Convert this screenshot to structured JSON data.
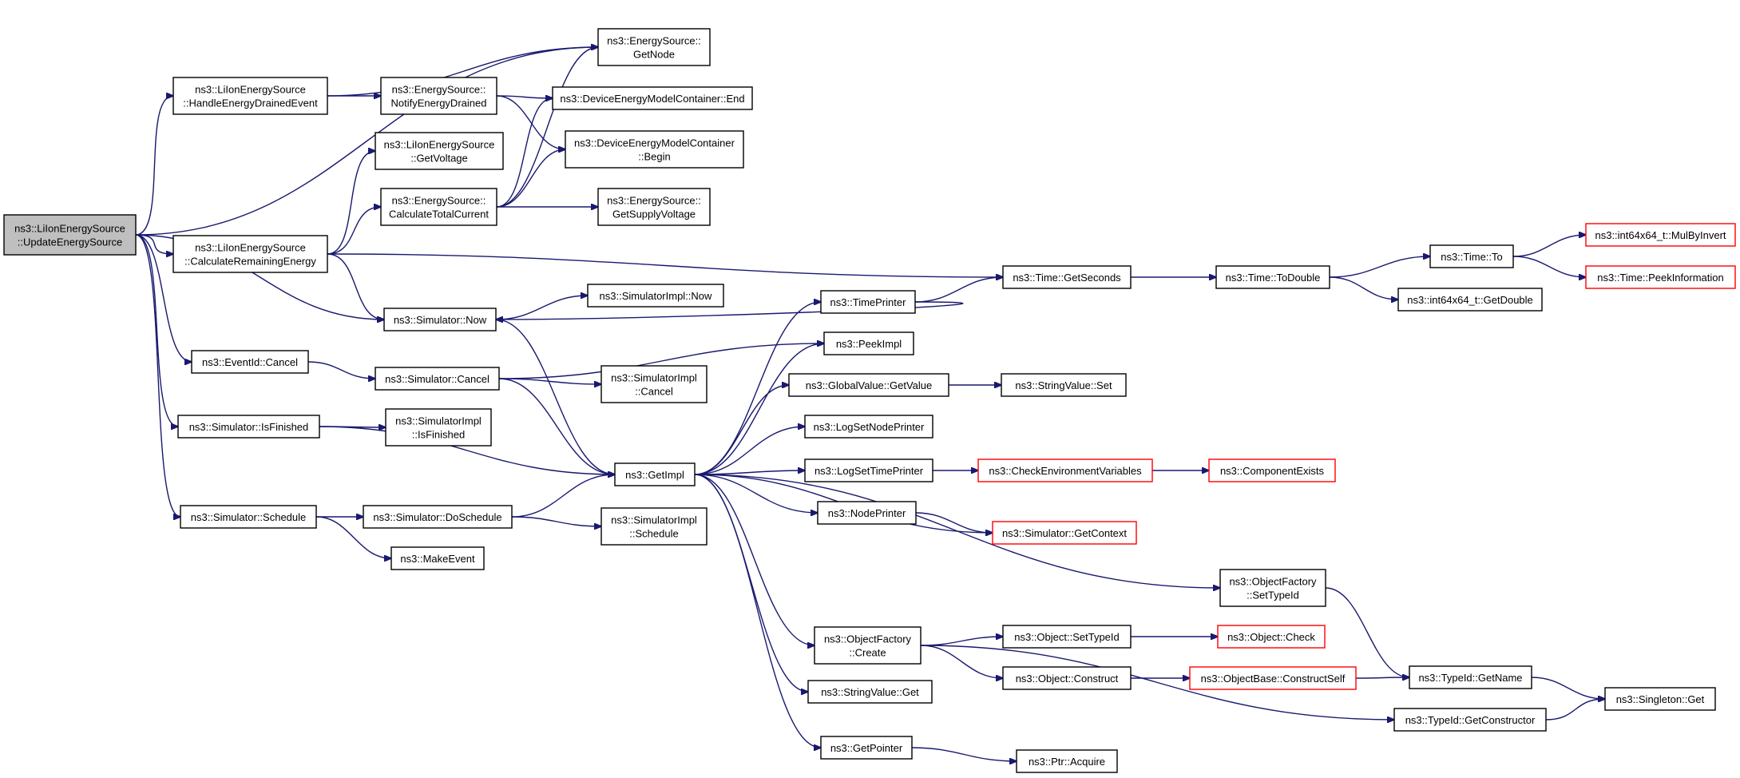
{
  "diagram": {
    "root": "n0",
    "nodes": [
      {
        "id": "n0",
        "lines": [
          "ns3::LiIonEnergySource",
          "::UpdateEnergySource"
        ],
        "style": "root"
      },
      {
        "id": "n1",
        "lines": [
          "ns3::EnergySource::",
          "GetNode"
        ],
        "style": "normal"
      },
      {
        "id": "n2",
        "lines": [
          "ns3::LiIonEnergySource",
          "::HandleEnergyDrainedEvent"
        ],
        "style": "normal"
      },
      {
        "id": "n3",
        "lines": [
          "ns3::EnergySource::",
          "NotifyEnergyDrained"
        ],
        "style": "normal"
      },
      {
        "id": "n4",
        "lines": [
          "ns3::DeviceEnergyModelContainer::End"
        ],
        "style": "normal"
      },
      {
        "id": "n5",
        "lines": [
          "ns3::DeviceEnergyModelContainer",
          "::Begin"
        ],
        "style": "normal"
      },
      {
        "id": "n6",
        "lines": [
          "ns3::LiIonEnergySource",
          "::GetVoltage"
        ],
        "style": "normal"
      },
      {
        "id": "n7",
        "lines": [
          "ns3::EnergySource::",
          "CalculateTotalCurrent"
        ],
        "style": "normal"
      },
      {
        "id": "n8",
        "lines": [
          "ns3::EnergySource::",
          "GetSupplyVoltage"
        ],
        "style": "normal"
      },
      {
        "id": "n9",
        "lines": [
          "ns3::LiIonEnergySource",
          "::CalculateRemainingEnergy"
        ],
        "style": "normal"
      },
      {
        "id": "n10",
        "lines": [
          "ns3::Simulator::Now"
        ],
        "style": "normal"
      },
      {
        "id": "n11",
        "lines": [
          "ns3::SimulatorImpl::Now"
        ],
        "style": "normal"
      },
      {
        "id": "n12",
        "lines": [
          "ns3::TimePrinter"
        ],
        "style": "normal"
      },
      {
        "id": "n13",
        "lines": [
          "ns3::Time::GetSeconds"
        ],
        "style": "normal"
      },
      {
        "id": "n14",
        "lines": [
          "ns3::Time::ToDouble"
        ],
        "style": "normal"
      },
      {
        "id": "n15",
        "lines": [
          "ns3::Time::To"
        ],
        "style": "normal"
      },
      {
        "id": "n16",
        "lines": [
          "ns3::int64x64_t::MulByInvert"
        ],
        "style": "red"
      },
      {
        "id": "n17",
        "lines": [
          "ns3::Time::PeekInformation"
        ],
        "style": "red"
      },
      {
        "id": "n18",
        "lines": [
          "ns3::int64x64_t::GetDouble"
        ],
        "style": "normal"
      },
      {
        "id": "n19",
        "lines": [
          "ns3::EventId::Cancel"
        ],
        "style": "normal"
      },
      {
        "id": "n20",
        "lines": [
          "ns3::Simulator::Cancel"
        ],
        "style": "normal"
      },
      {
        "id": "n21",
        "lines": [
          "ns3::SimulatorImpl",
          "::Cancel"
        ],
        "style": "normal"
      },
      {
        "id": "n22",
        "lines": [
          "ns3::PeekImpl"
        ],
        "style": "normal"
      },
      {
        "id": "n23",
        "lines": [
          "ns3::GlobalValue::GetValue"
        ],
        "style": "normal"
      },
      {
        "id": "n24",
        "lines": [
          "ns3::StringValue::Set"
        ],
        "style": "normal"
      },
      {
        "id": "n25",
        "lines": [
          "ns3::Simulator::IsFinished"
        ],
        "style": "normal"
      },
      {
        "id": "n26",
        "lines": [
          "ns3::SimulatorImpl",
          "::IsFinished"
        ],
        "style": "normal"
      },
      {
        "id": "n27",
        "lines": [
          "ns3::LogSetNodePrinter"
        ],
        "style": "normal"
      },
      {
        "id": "n28",
        "lines": [
          "ns3::GetImpl"
        ],
        "style": "normal"
      },
      {
        "id": "n29",
        "lines": [
          "ns3::LogSetTimePrinter"
        ],
        "style": "normal"
      },
      {
        "id": "n30",
        "lines": [
          "ns3::CheckEnvironmentVariables"
        ],
        "style": "red"
      },
      {
        "id": "n31",
        "lines": [
          "ns3::ComponentExists"
        ],
        "style": "red"
      },
      {
        "id": "n32",
        "lines": [
          "ns3::NodePrinter"
        ],
        "style": "normal"
      },
      {
        "id": "n33",
        "lines": [
          "ns3::Simulator::GetContext"
        ],
        "style": "red"
      },
      {
        "id": "n34",
        "lines": [
          "ns3::Simulator::Schedule"
        ],
        "style": "normal"
      },
      {
        "id": "n35",
        "lines": [
          "ns3::Simulator::DoSchedule"
        ],
        "style": "normal"
      },
      {
        "id": "n36",
        "lines": [
          "ns3::SimulatorImpl",
          "::Schedule"
        ],
        "style": "normal"
      },
      {
        "id": "n37",
        "lines": [
          "ns3::MakeEvent"
        ],
        "style": "normal"
      },
      {
        "id": "n38",
        "lines": [
          "ns3::ObjectFactory",
          "::SetTypeId"
        ],
        "style": "normal"
      },
      {
        "id": "n39",
        "lines": [
          "ns3::ObjectFactory",
          "::Create"
        ],
        "style": "normal"
      },
      {
        "id": "n40",
        "lines": [
          "ns3::Object::SetTypeId"
        ],
        "style": "normal"
      },
      {
        "id": "n41",
        "lines": [
          "ns3::Object::Check"
        ],
        "style": "red"
      },
      {
        "id": "n42",
        "lines": [
          "ns3::Object::Construct"
        ],
        "style": "normal"
      },
      {
        "id": "n43",
        "lines": [
          "ns3::ObjectBase::ConstructSelf"
        ],
        "style": "red"
      },
      {
        "id": "n44",
        "lines": [
          "ns3::TypeId::GetName"
        ],
        "style": "normal"
      },
      {
        "id": "n45",
        "lines": [
          "ns3::StringValue::Get"
        ],
        "style": "normal"
      },
      {
        "id": "n46",
        "lines": [
          "ns3::TypeId::GetConstructor"
        ],
        "style": "normal"
      },
      {
        "id": "n47",
        "lines": [
          "ns3::Singleton::Get"
        ],
        "style": "normal"
      },
      {
        "id": "n48",
        "lines": [
          "ns3::GetPointer"
        ],
        "style": "normal"
      },
      {
        "id": "n49",
        "lines": [
          "ns3::Ptr::Acquire"
        ],
        "style": "normal"
      }
    ],
    "edges": [
      [
        "n0",
        "n1"
      ],
      [
        "n0",
        "n2"
      ],
      [
        "n0",
        "n9"
      ],
      [
        "n0",
        "n10"
      ],
      [
        "n0",
        "n19"
      ],
      [
        "n0",
        "n25"
      ],
      [
        "n0",
        "n34"
      ],
      [
        "n2",
        "n1"
      ],
      [
        "n2",
        "n3"
      ],
      [
        "n3",
        "n4"
      ],
      [
        "n3",
        "n5"
      ],
      [
        "n9",
        "n6"
      ],
      [
        "n9",
        "n7"
      ],
      [
        "n9",
        "n13"
      ],
      [
        "n9",
        "n10"
      ],
      [
        "n7",
        "n1"
      ],
      [
        "n7",
        "n4"
      ],
      [
        "n7",
        "n5"
      ],
      [
        "n7",
        "n8"
      ],
      [
        "n10",
        "n11"
      ],
      [
        "n10",
        "n28"
      ],
      [
        "n12",
        "n10"
      ],
      [
        "n12",
        "n13"
      ],
      [
        "n13",
        "n14"
      ],
      [
        "n14",
        "n15"
      ],
      [
        "n14",
        "n18"
      ],
      [
        "n15",
        "n16"
      ],
      [
        "n15",
        "n17"
      ],
      [
        "n19",
        "n20"
      ],
      [
        "n20",
        "n21"
      ],
      [
        "n20",
        "n28"
      ],
      [
        "n20",
        "n22"
      ],
      [
        "n25",
        "n26"
      ],
      [
        "n25",
        "n28"
      ],
      [
        "n34",
        "n35"
      ],
      [
        "n34",
        "n37"
      ],
      [
        "n35",
        "n36"
      ],
      [
        "n35",
        "n28"
      ],
      [
        "n28",
        "n22"
      ],
      [
        "n28",
        "n23"
      ],
      [
        "n28",
        "n27"
      ],
      [
        "n28",
        "n29"
      ],
      [
        "n28",
        "n32"
      ],
      [
        "n28",
        "n12"
      ],
      [
        "n28",
        "n33"
      ],
      [
        "n28",
        "n38"
      ],
      [
        "n28",
        "n39"
      ],
      [
        "n28",
        "n45"
      ],
      [
        "n28",
        "n48"
      ],
      [
        "n23",
        "n24"
      ],
      [
        "n29",
        "n30"
      ],
      [
        "n30",
        "n31"
      ],
      [
        "n32",
        "n33"
      ],
      [
        "n38",
        "n44"
      ],
      [
        "n39",
        "n40"
      ],
      [
        "n39",
        "n42"
      ],
      [
        "n39",
        "n46"
      ],
      [
        "n40",
        "n41"
      ],
      [
        "n42",
        "n43"
      ],
      [
        "n43",
        "n44"
      ],
      [
        "n44",
        "n47"
      ],
      [
        "n46",
        "n47"
      ],
      [
        "n48",
        "n49"
      ]
    ]
  }
}
